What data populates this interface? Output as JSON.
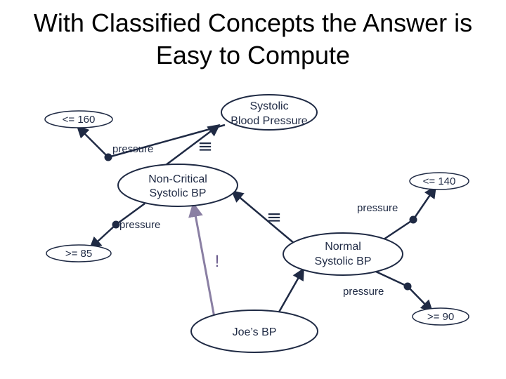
{
  "title_line1": "With Classified Concepts the Answer is",
  "title_line2": "Easy to Compute",
  "nodes": {
    "systolic_bp": {
      "line1": "Systolic",
      "line2": "Blood Pressure"
    },
    "non_critical": {
      "line1": "Non-Critical",
      "line2": "Systolic BP"
    },
    "normal": {
      "line1": "Normal",
      "line2": "Systolic BP"
    },
    "joes_bp": {
      "label": "Joe’s BP"
    }
  },
  "values": {
    "le_160": "<= 160",
    "le_140": "<= 140",
    "ge_85": ">= 85",
    "ge_90": ">= 90"
  },
  "edge_labels": {
    "pressure_top": "pressure",
    "pressure_left": "pressure",
    "pressure_right": "pressure",
    "pressure_bottom": "pressure"
  },
  "symbols": {
    "equiv": "≡",
    "bang": "!"
  },
  "colors": {
    "node_stroke": "#1f2a44",
    "edge": "#1f2a44",
    "joe_arrow": "#8a7fa3"
  }
}
